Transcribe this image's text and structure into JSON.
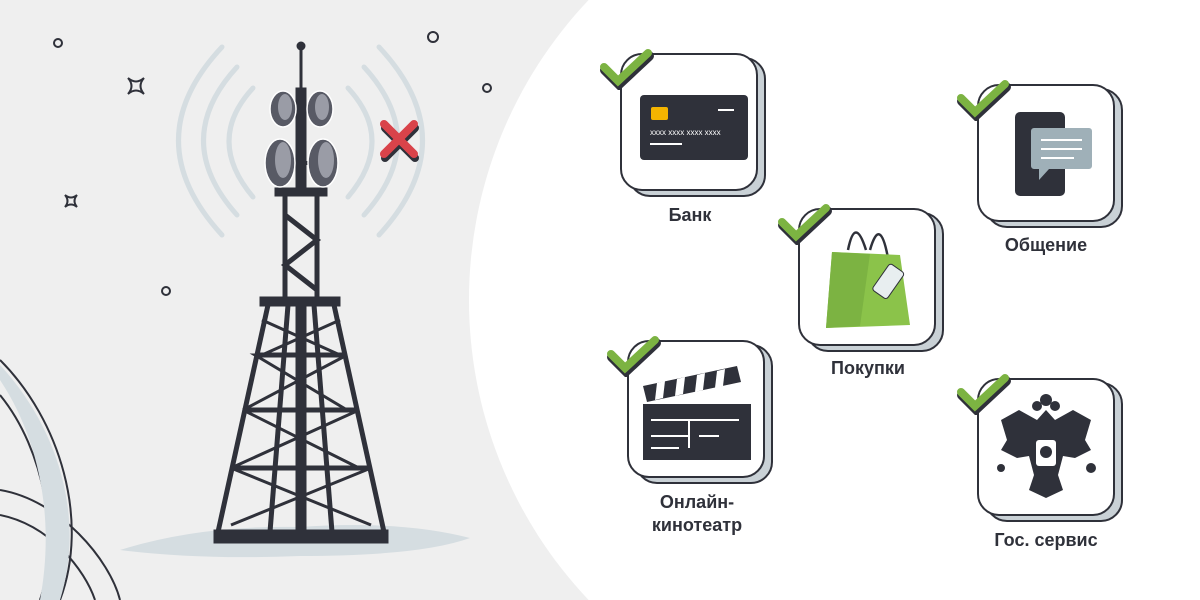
{
  "illustration": {
    "tower_status": "no-signal",
    "colors": {
      "background": "#efefef",
      "circle": "#ffffff",
      "dark": "#2f313a",
      "check": "#7cb342",
      "cross": "#d9434a",
      "waves": "#d5dde1"
    }
  },
  "services": [
    {
      "label": "Банк",
      "icon": "credit-card-icon",
      "status": "available",
      "card_text": "xxxx xxxx xxxx xxxx"
    },
    {
      "label": "Общение",
      "icon": "chat-icon",
      "status": "available"
    },
    {
      "label": "Покупки",
      "icon": "shopping-bag-icon",
      "status": "available"
    },
    {
      "label_line1": "Онлайн-",
      "label_line2": "кинотеатр",
      "icon": "clapperboard-icon",
      "status": "available"
    },
    {
      "label": "Гос. сервис",
      "icon": "coat-of-arms-icon",
      "status": "available"
    }
  ]
}
